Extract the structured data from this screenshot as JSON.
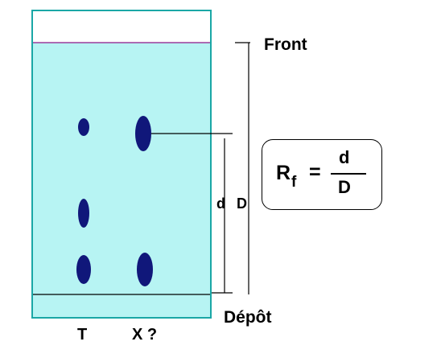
{
  "labels": {
    "front": "Front",
    "depot": "Dépôt",
    "d": "d",
    "D": "D",
    "lane_t": "T",
    "lane_x": "X ?"
  },
  "formula": {
    "lhs": "R",
    "lhs_subscript": "f",
    "equals": "=",
    "numerator": "d",
    "denominator": "D"
  },
  "colors": {
    "plate_fill": "#b7f4f3",
    "plate_border": "#1aa7a6",
    "front_line": "#9b3d9b",
    "spot_fill": "#10177a",
    "line": "#000000"
  }
}
